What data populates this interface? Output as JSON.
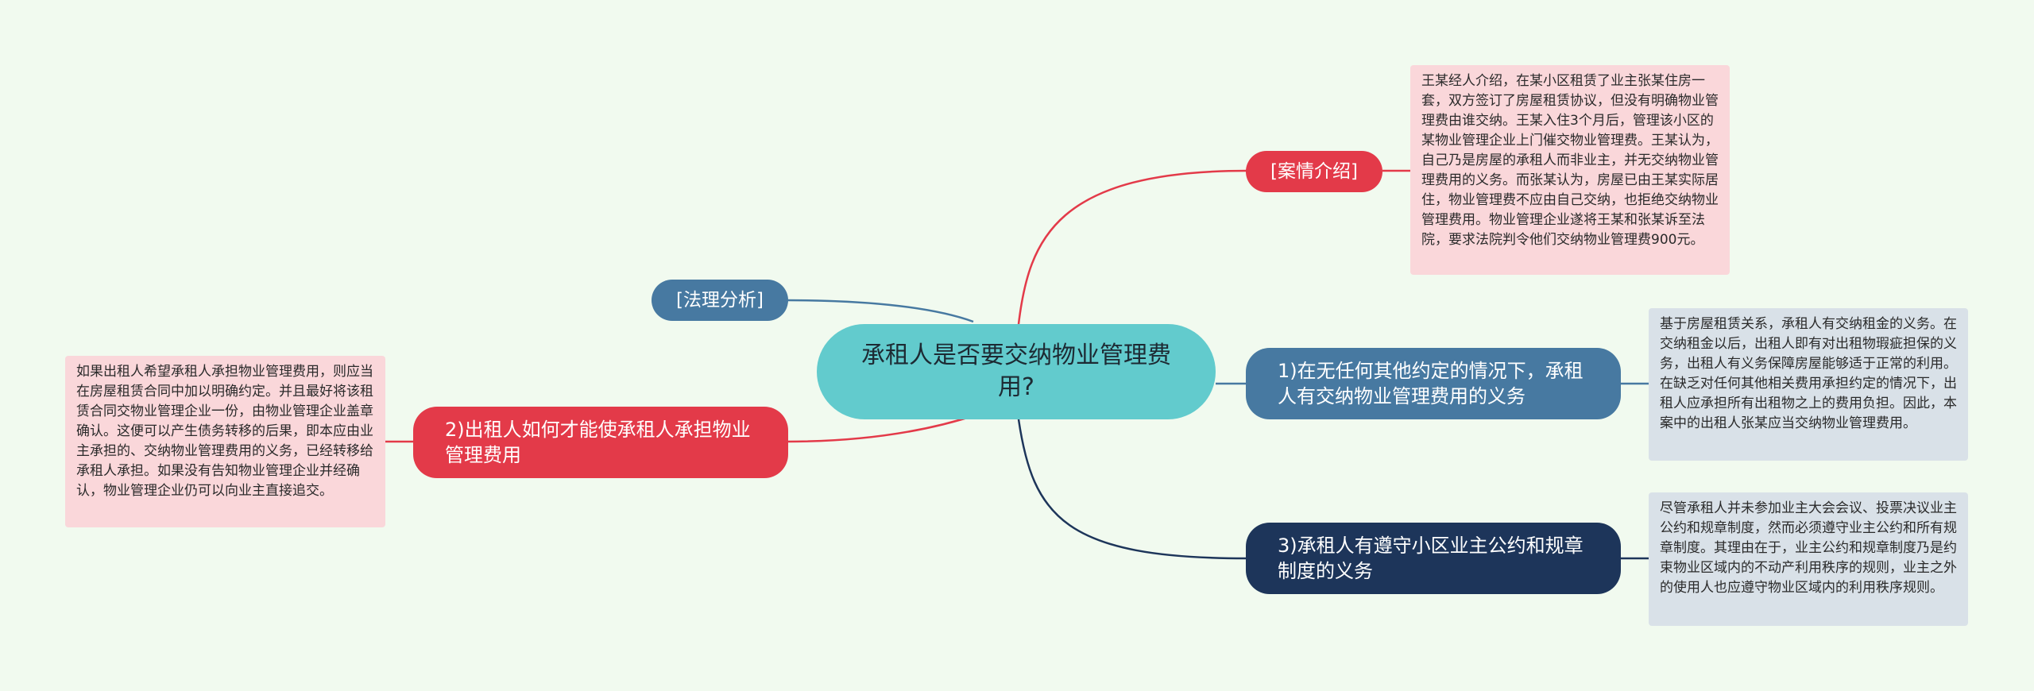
{
  "colors": {
    "background": "#f1faef",
    "root": "#62cbcd",
    "blue": "#4779a1",
    "red": "#e33a49",
    "navy": "#1d355a",
    "leaf_pink": "#fad7da",
    "leaf_gray": "#d9e1e8"
  },
  "root": {
    "label": "承租人是否要交纳物业管理费用?"
  },
  "branches": {
    "case_intro": {
      "label": "[案情介绍]",
      "detail": "王某经人介绍，在某小区租赁了业主张某住房一套，双方签订了房屋租赁协议，但没有明确物业管理费由谁交纳。王某入住3个月后，管理该小区的某物业管理企业上门催交物业管理费。王某认为，自己乃是房屋的承租人而非业主，并无交纳物业管理费用的义务。而张某认为，房屋已由王某实际居住，物业管理费不应由自己交纳，也拒绝交纳物业管理费用。物业管理企业遂将王某和张某诉至法院，要求法院判令他们交纳物业管理费900元。"
    },
    "legal_analysis": {
      "label": "[法理分析]"
    },
    "point1": {
      "label": "1)在无任何其他约定的情况下，承租人有交纳物业管理费用的义务",
      "detail": "基于房屋租赁关系，承租人有交纳租金的义务。在交纳租金以后，出租人即有对出租物瑕疵担保的义务，出租人有义务保障房屋能够适于正常的利用。在缺乏对任何其他相关费用承担约定的情况下，出租人应承担所有出租物之上的费用负担。因此，本案中的出租人张某应当交纳物业管理费用。"
    },
    "point2": {
      "label": "2)出租人如何才能使承租人承担物业管理费用",
      "detail": "如果出租人希望承租人承担物业管理费用，则应当在房屋租赁合同中加以明确约定。并且最好将该租赁合同交物业管理企业一份，由物业管理企业盖章确认。这便可以产生债务转移的后果，即本应由业主承担的、交纳物业管理费用的义务，已经转移给承租人承担。如果没有告知物业管理企业并经确认，物业管理企业仍可以向业主直接追交。"
    },
    "point3": {
      "label": "3)承租人有遵守小区业主公约和规章制度的义务",
      "detail": "尽管承租人并未参加业主大会会议、投票决议业主公约和规章制度，然而必须遵守业主公约和所有规章制度。其理由在于，业主公约和规章制度乃是约束物业区域内的不动产利用秩序的规则，业主之外的使用人也应遵守物业区域内的利用秩序规则。"
    }
  }
}
